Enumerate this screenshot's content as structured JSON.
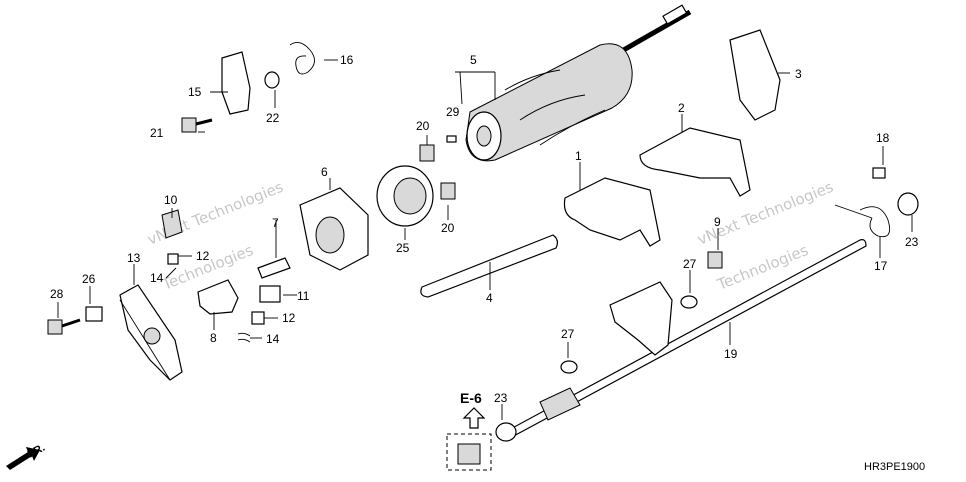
{
  "callouts": [
    {
      "id": "1",
      "label": "1"
    },
    {
      "id": "2",
      "label": "2"
    },
    {
      "id": "3",
      "label": "3"
    },
    {
      "id": "4",
      "label": "4"
    },
    {
      "id": "5",
      "label": "5"
    },
    {
      "id": "6",
      "label": "6"
    },
    {
      "id": "7",
      "label": "7"
    },
    {
      "id": "8",
      "label": "8"
    },
    {
      "id": "9",
      "label": "9"
    },
    {
      "id": "10",
      "label": "10"
    },
    {
      "id": "11",
      "label": "11"
    },
    {
      "id": "12a",
      "label": "12"
    },
    {
      "id": "12b",
      "label": "12"
    },
    {
      "id": "13",
      "label": "13"
    },
    {
      "id": "14a",
      "label": "14"
    },
    {
      "id": "14b",
      "label": "14"
    },
    {
      "id": "15",
      "label": "15"
    },
    {
      "id": "16",
      "label": "16"
    },
    {
      "id": "17",
      "label": "17"
    },
    {
      "id": "18",
      "label": "18"
    },
    {
      "id": "19",
      "label": "19"
    },
    {
      "id": "20a",
      "label": "20"
    },
    {
      "id": "20b",
      "label": "20"
    },
    {
      "id": "21",
      "label": "21"
    },
    {
      "id": "22",
      "label": "22"
    },
    {
      "id": "23a",
      "label": "23"
    },
    {
      "id": "23b",
      "label": "23"
    },
    {
      "id": "25",
      "label": "25"
    },
    {
      "id": "26",
      "label": "26"
    },
    {
      "id": "27a",
      "label": "27"
    },
    {
      "id": "27b",
      "label": "27"
    },
    {
      "id": "28",
      "label": "28"
    },
    {
      "id": "29",
      "label": "29"
    }
  ],
  "ref_label": "E-6",
  "front_label": "FR.",
  "diagram_code": "HR3PE1900",
  "watermark": [
    "vNext Technologies",
    "Technologies",
    "vNext Technologies",
    "Technologies"
  ]
}
